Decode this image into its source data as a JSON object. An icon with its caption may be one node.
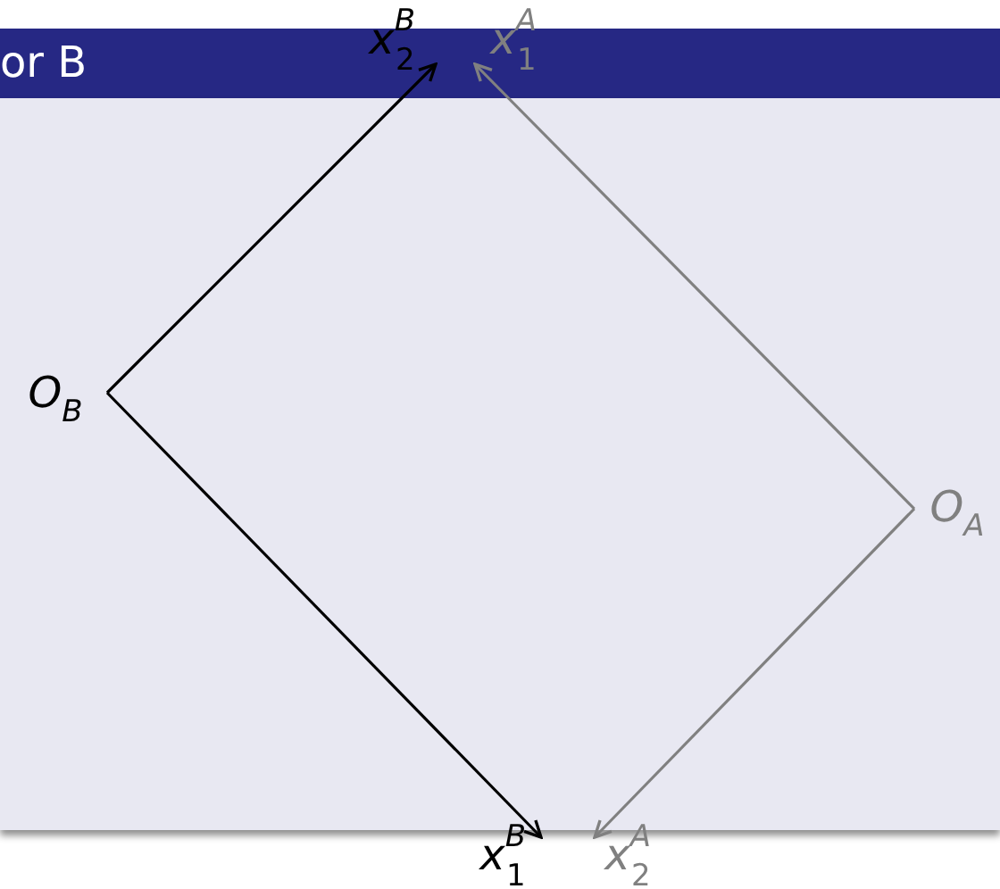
{
  "diagram": {
    "title": "or B",
    "nodes": [
      {
        "text": [
          "*O*$_{B}$"
        ]
      },
      {
        "text": [
          "*x*$^{B}$$_{2}$"
        ]
      },
      {
        "text": [
          "*x*$^{A}$$_{1}$"
        ]
      },
      {
        "text": [
          "*x*$^{B}$$_{1}$"
        ]
      },
      {
        "text": [
          "*O*$_{A}$"
        ]
      },
      {
        "text": [
          "*x*$^{A}$$_{2}$"
        ]
      }
    ],
    "edges": [
      {
        "from": 0,
        "to": 1,
        "arrow": "to"
      },
      {
        "from": 4,
        "to": 2,
        "arrow": "to",
        "color": "#808080"
      },
      {
        "from": 0,
        "to": 3,
        "arrow": "to"
      },
      {
        "from": 4,
        "to": 5,
        "arrow": "to",
        "color": "#808080"
      }
    ]
  }
}
